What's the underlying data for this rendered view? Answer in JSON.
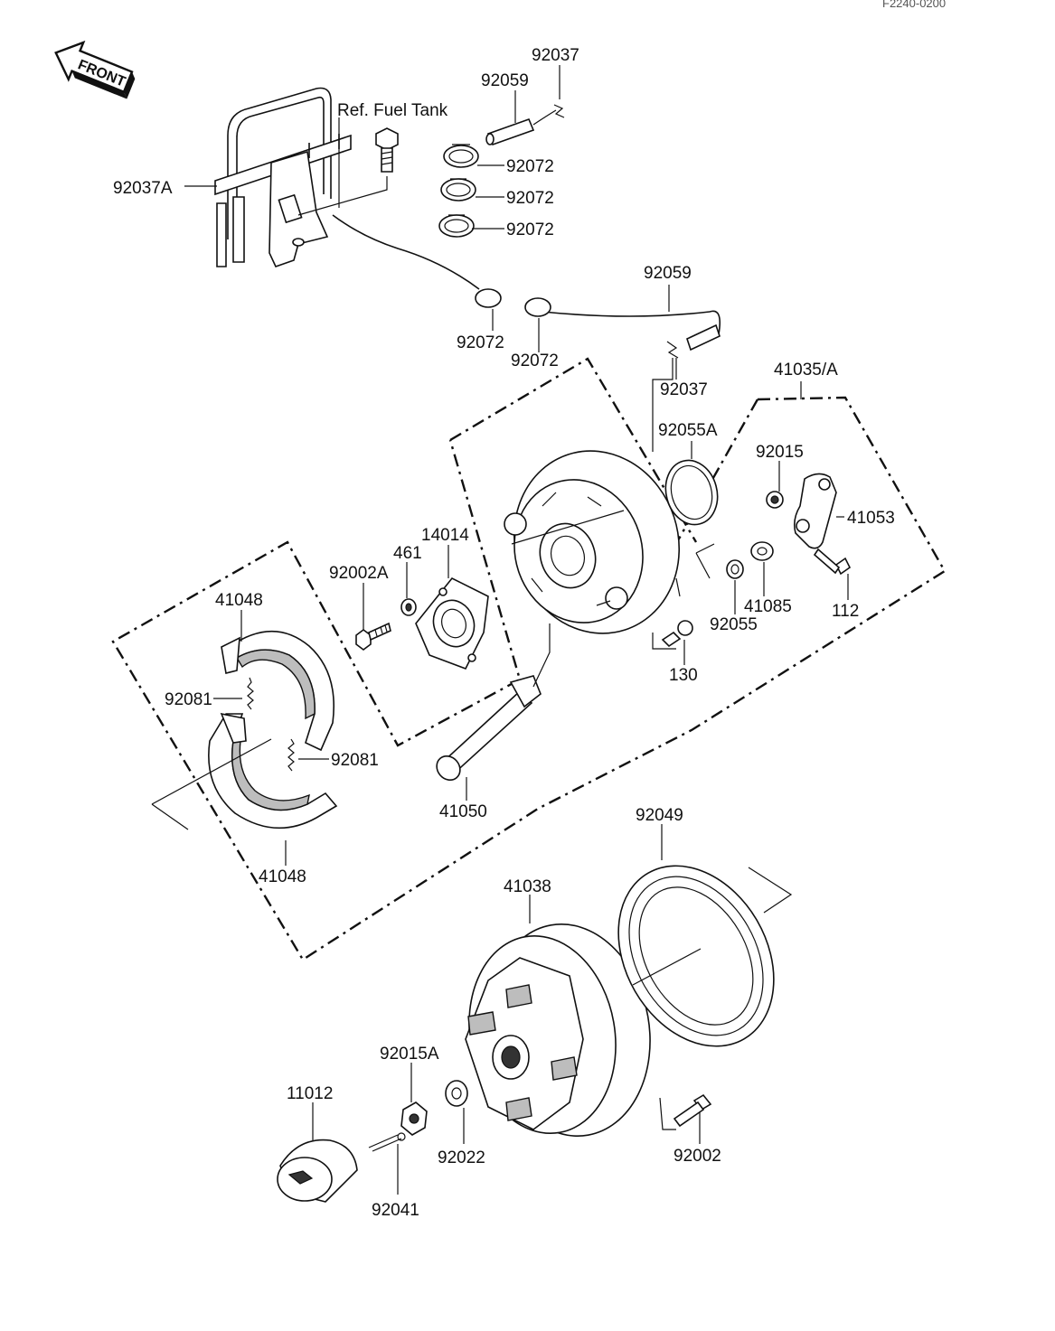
{
  "header": {
    "doc_code": "F2240-0200"
  },
  "front_badge": {
    "label": "FRONT"
  },
  "reference_note": "Ref. Fuel Tank",
  "callouts": [
    {
      "id": "p92037_top",
      "text": "92037"
    },
    {
      "id": "p92059_top",
      "text": "92059"
    },
    {
      "id": "p92037A",
      "text": "92037A"
    },
    {
      "id": "p92072_a",
      "text": "92072"
    },
    {
      "id": "p92072_b",
      "text": "92072"
    },
    {
      "id": "p92072_c",
      "text": "92072"
    },
    {
      "id": "p92059_mid",
      "text": "92059"
    },
    {
      "id": "p92072_d",
      "text": "92072"
    },
    {
      "id": "p92072_e",
      "text": "92072"
    },
    {
      "id": "p92037_mid",
      "text": "92037"
    },
    {
      "id": "p41035A",
      "text": "41035/A"
    },
    {
      "id": "p92055A",
      "text": "92055A"
    },
    {
      "id": "p92015",
      "text": "92015"
    },
    {
      "id": "p41053",
      "text": "41053"
    },
    {
      "id": "p14014",
      "text": "14014"
    },
    {
      "id": "p461",
      "text": "461"
    },
    {
      "id": "p92002A",
      "text": "92002A"
    },
    {
      "id": "p41048_top",
      "text": "41048"
    },
    {
      "id": "p41085",
      "text": "41085"
    },
    {
      "id": "p112",
      "text": "112"
    },
    {
      "id": "p92055",
      "text": "92055"
    },
    {
      "id": "p130",
      "text": "130"
    },
    {
      "id": "p92081_left",
      "text": "92081"
    },
    {
      "id": "p92081_right",
      "text": "92081"
    },
    {
      "id": "p41050",
      "text": "41050"
    },
    {
      "id": "p41048_bot",
      "text": "41048"
    },
    {
      "id": "p92049",
      "text": "92049"
    },
    {
      "id": "p41038",
      "text": "41038"
    },
    {
      "id": "p92015A",
      "text": "92015A"
    },
    {
      "id": "p11012",
      "text": "11012"
    },
    {
      "id": "p92022",
      "text": "92022"
    },
    {
      "id": "p92002",
      "text": "92002"
    },
    {
      "id": "p92041",
      "text": "92041"
    }
  ]
}
